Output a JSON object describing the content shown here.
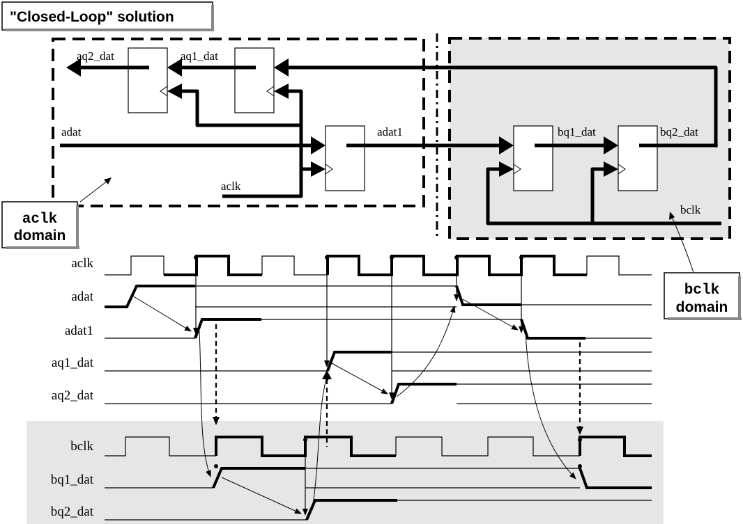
{
  "title": "\"Closed-Loop\" solution",
  "domains": {
    "a": {
      "name": "aclk",
      "word": "domain"
    },
    "b": {
      "name": "bclk",
      "word": "domain"
    }
  },
  "circuit_labels": {
    "aq2_dat": "aq2_dat",
    "aq1_dat": "aq1_dat",
    "adat": "adat",
    "adat1": "adat1",
    "aclk": "aclk",
    "bq1_dat": "bq1_dat",
    "bq2_dat": "bq2_dat",
    "bclk": "bclk"
  },
  "waveforms": [
    {
      "key": "aclk",
      "label": "aclk"
    },
    {
      "key": "adat",
      "label": "adat"
    },
    {
      "key": "adat1",
      "label": "adat1"
    },
    {
      "key": "aq1_dat",
      "label": "aq1_dat"
    },
    {
      "key": "aq2_dat",
      "label": "aq2_dat"
    },
    {
      "key": "bclk",
      "label": "bclk"
    },
    {
      "key": "bq1_dat",
      "label": "bq1_dat"
    },
    {
      "key": "bq2_dat",
      "label": "bq2_dat"
    }
  ],
  "colors": {
    "ink": "#000000",
    "shade": "#e6e6e6",
    "paper": "#ffffff"
  }
}
